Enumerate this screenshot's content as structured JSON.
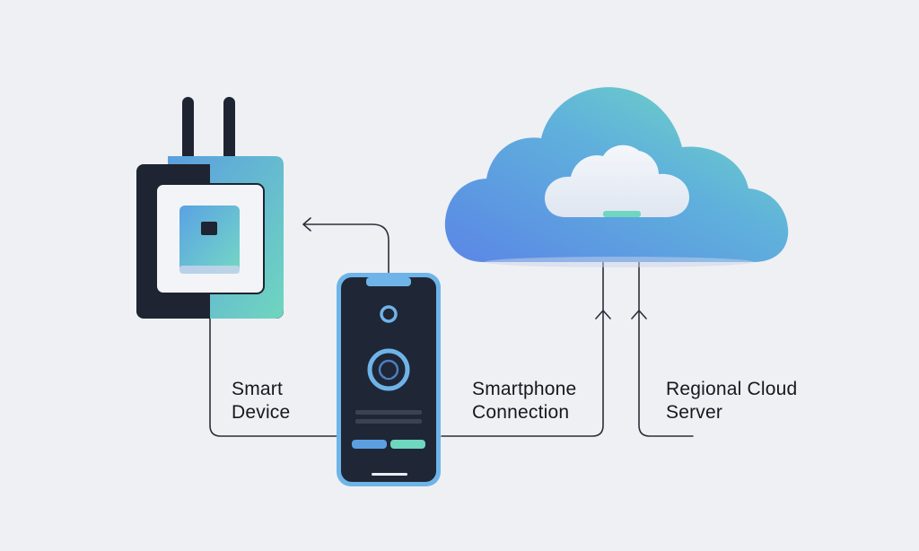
{
  "labels": {
    "smart_device": "Smart\nDevice",
    "smartphone_connection": "Smartphone\nConnection",
    "regional_cloud_server": "Regional Cloud\nServer"
  },
  "colors": {
    "background": "#eef0f4",
    "device_dark": "#1e2431",
    "device_gradient_start": "#5b9fe0",
    "device_gradient_end": "#6fd6bf",
    "cloud_gradient_start": "#5d8fe6",
    "cloud_gradient_end": "#6fd8c0",
    "phone_screen": "#1f2636",
    "phone_frame": "#6fb4e8",
    "line": "#2b2f38",
    "text": "#15181f"
  },
  "icons": {
    "device": "smart-plug-icon",
    "phone": "smartphone-icon",
    "cloud": "cloud-icon"
  }
}
